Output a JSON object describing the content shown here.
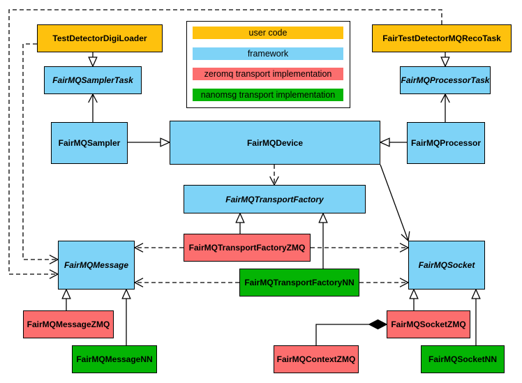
{
  "legend": {
    "items": [
      {
        "label": "user code",
        "category": "user",
        "color": "#fec10d"
      },
      {
        "label": "framework",
        "category": "framework",
        "color": "#7ed3f7"
      },
      {
        "label": "zeromq transport implementation",
        "category": "zeromq",
        "color": "#fc6e6e"
      },
      {
        "label": "nanomsg transport implementation",
        "category": "nanomsg",
        "color": "#04b404"
      }
    ]
  },
  "colors": {
    "user": "#fec10d",
    "framework": "#7ed3f7",
    "zeromq": "#fc6e6e",
    "nanomsg": "#04b404",
    "border": "#000000",
    "background": "#ffffff"
  },
  "nodes": {
    "testDetectorDigiLoader": {
      "label": "TestDetectorDigiLoader",
      "category": "user",
      "abstract": false
    },
    "fairTestDetectorMQRecoTask": {
      "label": "FairTestDetectorMQRecoTask",
      "category": "user",
      "abstract": false
    },
    "fairMQSamplerTask": {
      "label": "FairMQSamplerTask",
      "category": "framework",
      "abstract": true
    },
    "fairMQProcessorTask": {
      "label": "FairMQProcessorTask",
      "category": "framework",
      "abstract": true
    },
    "fairMQSampler": {
      "label": "FairMQSampler",
      "category": "framework",
      "abstract": false
    },
    "fairMQDevice": {
      "label": "FairMQDevice",
      "category": "framework",
      "abstract": false
    },
    "fairMQProcessor": {
      "label": "FairMQProcessor",
      "category": "framework",
      "abstract": false
    },
    "fairMQTransportFactory": {
      "label": "FairMQTransportFactory",
      "category": "framework",
      "abstract": true
    },
    "fairMQTransportFactoryZMQ": {
      "label": "FairMQTransportFactoryZMQ",
      "category": "zeromq",
      "abstract": false
    },
    "fairMQTransportFactoryNN": {
      "label": "FairMQTransportFactoryNN",
      "category": "nanomsg",
      "abstract": false
    },
    "fairMQMessage": {
      "label": "FairMQMessage",
      "category": "framework",
      "abstract": true
    },
    "fairMQSocket": {
      "label": "FairMQSocket",
      "category": "framework",
      "abstract": true
    },
    "fairMQMessageZMQ": {
      "label": "FairMQMessageZMQ",
      "category": "zeromq",
      "abstract": false
    },
    "fairMQMessageNN": {
      "label": "FairMQMessageNN",
      "category": "nanomsg",
      "abstract": false
    },
    "fairMQContextZMQ": {
      "label": "FairMQContextZMQ",
      "category": "zeromq",
      "abstract": false
    },
    "fairMQSocketZMQ": {
      "label": "FairMQSocketZMQ",
      "category": "zeromq",
      "abstract": false
    },
    "fairMQSocketNN": {
      "label": "FairMQSocketNN",
      "category": "nanomsg",
      "abstract": false
    }
  },
  "edges": [
    {
      "from": "TestDetectorDigiLoader",
      "to": "FairMQSamplerTask",
      "relation": "inheritance",
      "line": "solid"
    },
    {
      "from": "FairTestDetectorMQRecoTask",
      "to": "FairMQProcessorTask",
      "relation": "inheritance",
      "line": "solid"
    },
    {
      "from": "FairMQSampler",
      "to": "FairMQSamplerTask",
      "relation": "association",
      "line": "solid"
    },
    {
      "from": "FairMQProcessor",
      "to": "FairMQProcessorTask",
      "relation": "association",
      "line": "solid"
    },
    {
      "from": "FairMQSampler",
      "to": "FairMQDevice",
      "relation": "inheritance",
      "line": "solid"
    },
    {
      "from": "FairMQProcessor",
      "to": "FairMQDevice",
      "relation": "inheritance",
      "line": "solid"
    },
    {
      "from": "FairMQDevice",
      "to": "FairMQTransportFactory",
      "relation": "dependency",
      "line": "dashed"
    },
    {
      "from": "FairMQDevice",
      "to": "FairMQSocket",
      "relation": "association",
      "line": "solid"
    },
    {
      "from": "FairMQTransportFactoryZMQ",
      "to": "FairMQTransportFactory",
      "relation": "inheritance",
      "line": "solid"
    },
    {
      "from": "FairMQTransportFactoryNN",
      "to": "FairMQTransportFactory",
      "relation": "inheritance",
      "line": "solid"
    },
    {
      "from": "FairMQTransportFactoryZMQ",
      "to": "FairMQMessage",
      "relation": "dependency",
      "line": "dashed"
    },
    {
      "from": "FairMQTransportFactoryZMQ",
      "to": "FairMQSocket",
      "relation": "dependency",
      "line": "dashed"
    },
    {
      "from": "FairMQTransportFactoryNN",
      "to": "FairMQMessage",
      "relation": "dependency",
      "line": "dashed"
    },
    {
      "from": "FairMQTransportFactoryNN",
      "to": "FairMQSocket",
      "relation": "dependency",
      "line": "dashed"
    },
    {
      "from": "TestDetectorDigiLoader",
      "to": "FairMQMessage",
      "relation": "dependency",
      "line": "dashed"
    },
    {
      "from": "FairTestDetectorMQRecoTask",
      "to": "FairMQMessage",
      "relation": "dependency",
      "line": "dashed"
    },
    {
      "from": "FairMQMessageZMQ",
      "to": "FairMQMessage",
      "relation": "inheritance",
      "line": "solid"
    },
    {
      "from": "FairMQMessageNN",
      "to": "FairMQMessage",
      "relation": "inheritance",
      "line": "solid"
    },
    {
      "from": "FairMQSocketZMQ",
      "to": "FairMQSocket",
      "relation": "inheritance",
      "line": "solid"
    },
    {
      "from": "FairMQSocketNN",
      "to": "FairMQSocket",
      "relation": "inheritance",
      "line": "solid"
    },
    {
      "from": "FairMQContextZMQ",
      "to": "FairMQSocketZMQ",
      "relation": "composition",
      "line": "solid"
    }
  ]
}
